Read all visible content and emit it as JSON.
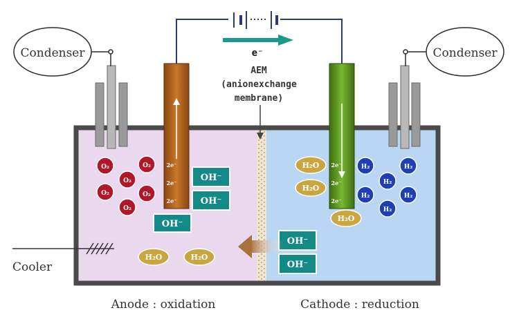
{
  "labels": {
    "condenser_left": "Condenser",
    "condenser_right": "Condenser",
    "electron": "e⁻",
    "aem_line1": "AEM",
    "aem_line2": "(anionexchange",
    "aem_line3": "membrane)",
    "cooler": "Cooler",
    "anode": "Anode : oxidation",
    "cathode": "Cathode : reduction"
  },
  "anode_electron_labels": [
    "2e⁻",
    "2e⁻",
    "2e⁻"
  ],
  "cathode_electron_labels": [
    "2e⁻",
    "2e⁻",
    "2e⁻"
  ],
  "o2_label": "O₂",
  "h2_label": "H₂",
  "h2o_label": "H₂O",
  "oh_label": "OH⁻",
  "colors": {
    "anode_solution": "#ead8ef",
    "cathode_solution": "#b9d6f2",
    "tank_border": "#4a4a4a",
    "wire": "#2b3b7a",
    "anode_electrode": "#b5651d",
    "cathode_electrode": "#5a9a1e",
    "o2": "#b0182a",
    "h2": "#1f3fb8",
    "h2o": "#c9a640",
    "oh_box": "#148a88",
    "arrow_teal": "#1a9a8a",
    "ion_arrow": "#a8703a"
  }
}
